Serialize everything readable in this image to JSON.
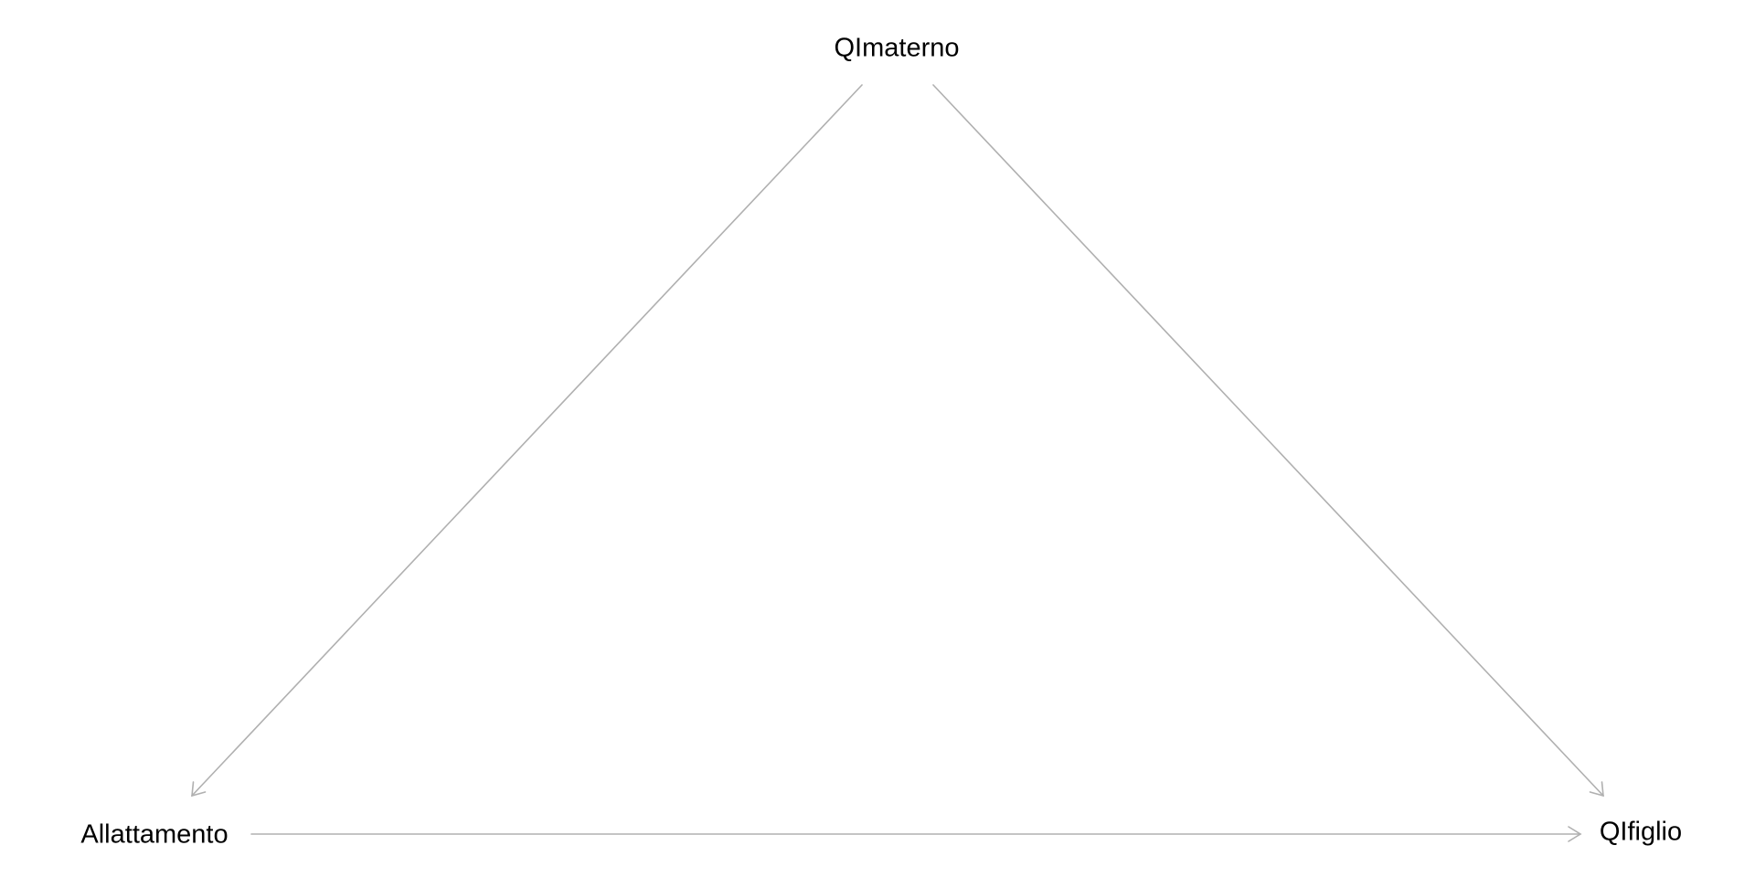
{
  "diagram": {
    "edge_color": "#b0b0b0",
    "nodes": {
      "qimaterno": {
        "label": "QImaterno"
      },
      "allattamento": {
        "label": "Allattamento"
      },
      "qifiglio": {
        "label": "QIfiglio"
      }
    },
    "edges": [
      {
        "from": "QImaterno",
        "to": "Allattamento"
      },
      {
        "from": "QImaterno",
        "to": "QIfiglio"
      },
      {
        "from": "Allattamento",
        "to": "QIfiglio"
      }
    ]
  }
}
